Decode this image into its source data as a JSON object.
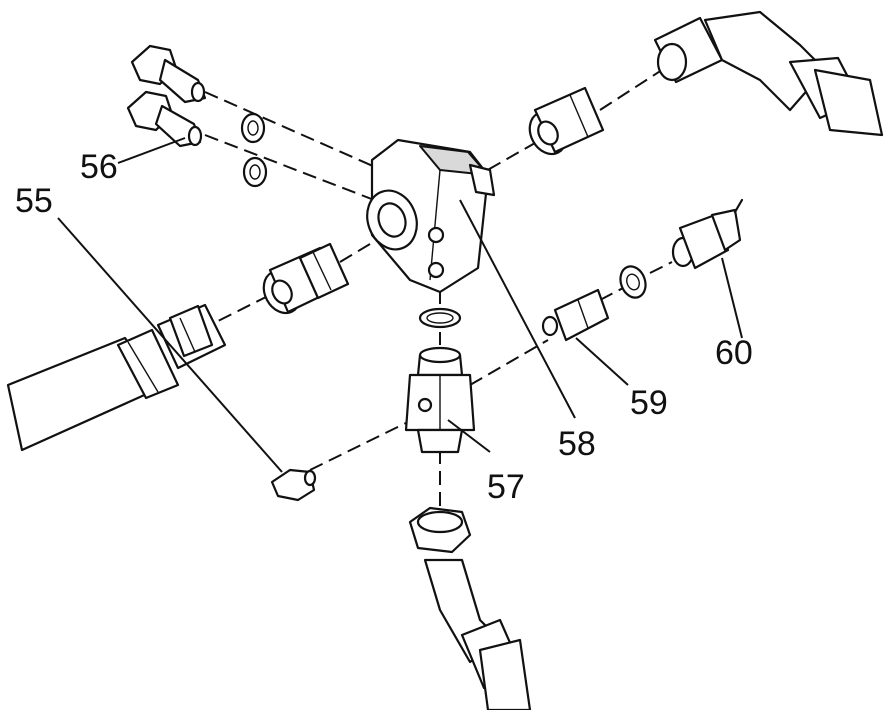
{
  "figure": {
    "ink_color": "#111111",
    "paper_color": "#ffffff",
    "callouts": {
      "c55": "55",
      "c56": "56",
      "c57": "57",
      "c58": "58",
      "c59": "59",
      "c60": "60"
    }
  }
}
